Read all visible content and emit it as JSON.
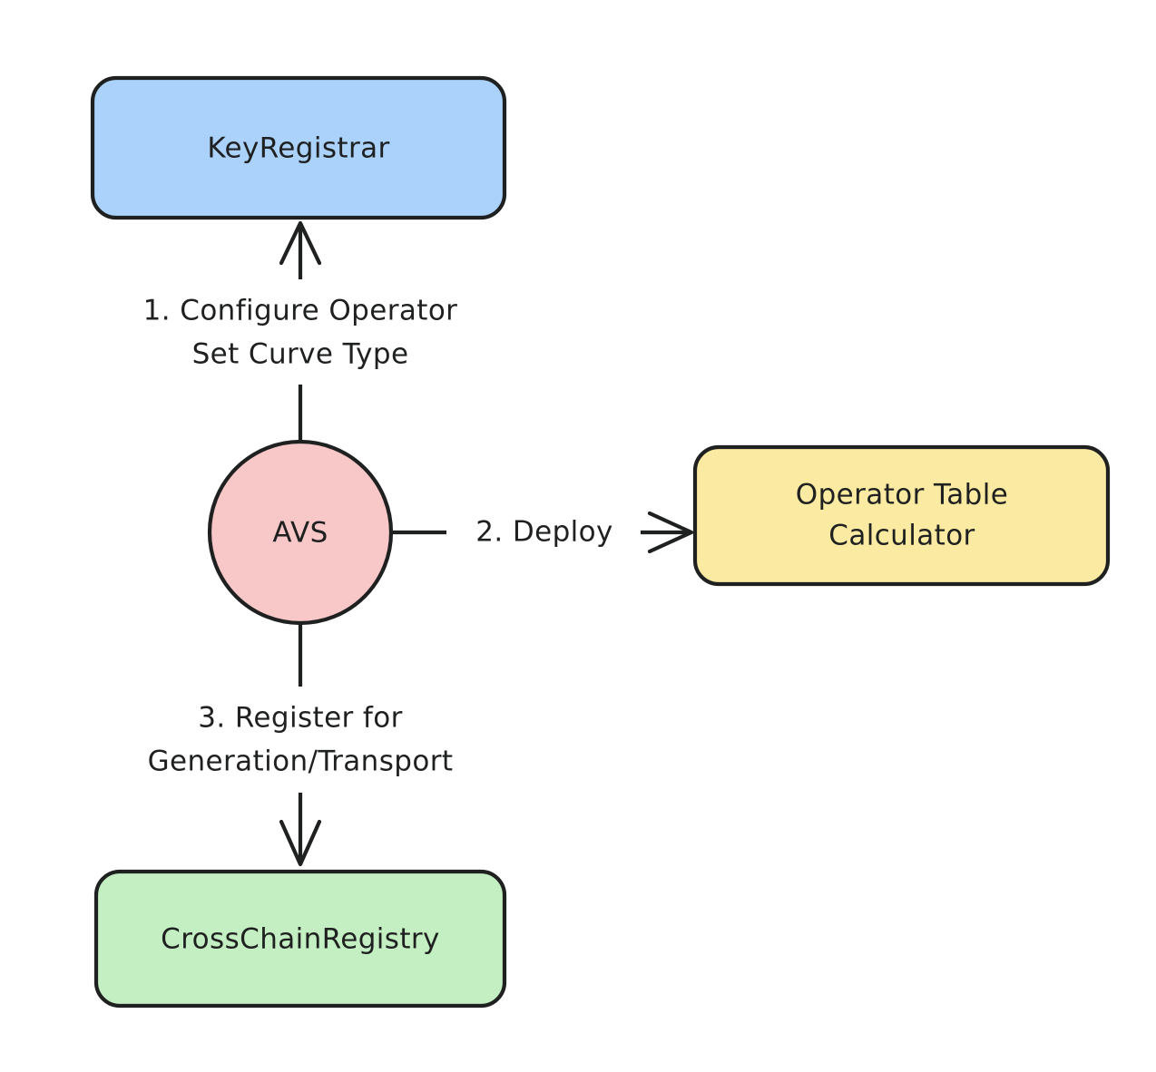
{
  "diagram": {
    "type": "flowchart",
    "direction": "top-to-bottom",
    "background": "#ffffff",
    "stroke_color": "#1f2020",
    "nodes": [
      {
        "id": "keyregistrar",
        "label": "KeyRegistrar",
        "shape": "rounded-rectangle",
        "fill": "#aad2fb",
        "stroke": "#1f2020"
      },
      {
        "id": "avs",
        "label": "AVS",
        "shape": "circle",
        "fill": "#f8c8c8",
        "stroke": "#1f2020"
      },
      {
        "id": "operator-table-calculator",
        "label": "Operator Table Calculator",
        "label_line_1": "Operator Table",
        "label_line_2": "Calculator",
        "shape": "rounded-rectangle",
        "fill": "#fbeba2",
        "stroke": "#1f2020"
      },
      {
        "id": "crosschainregistry",
        "label": "CrossChainRegistry",
        "shape": "rounded-rectangle",
        "fill": "#c4efc2",
        "stroke": "#1f2020"
      }
    ],
    "edges": [
      {
        "id": "edge-1",
        "from": "avs",
        "to": "keyregistrar",
        "label": "1. Configure Operator Set Curve Type",
        "label_line_1": "1. Configure Operator",
        "label_line_2": "Set Curve Type",
        "direction": "up"
      },
      {
        "id": "edge-2",
        "from": "avs",
        "to": "operator-table-calculator",
        "label": "2. Deploy",
        "label_line_1": "2. Deploy",
        "label_line_2": "",
        "direction": "right"
      },
      {
        "id": "edge-3",
        "from": "avs",
        "to": "crosschainregistry",
        "label": "3. Register for Generation/Transport",
        "label_line_1": "3. Register for",
        "label_line_2": "Generation/Transport",
        "direction": "down"
      }
    ]
  }
}
